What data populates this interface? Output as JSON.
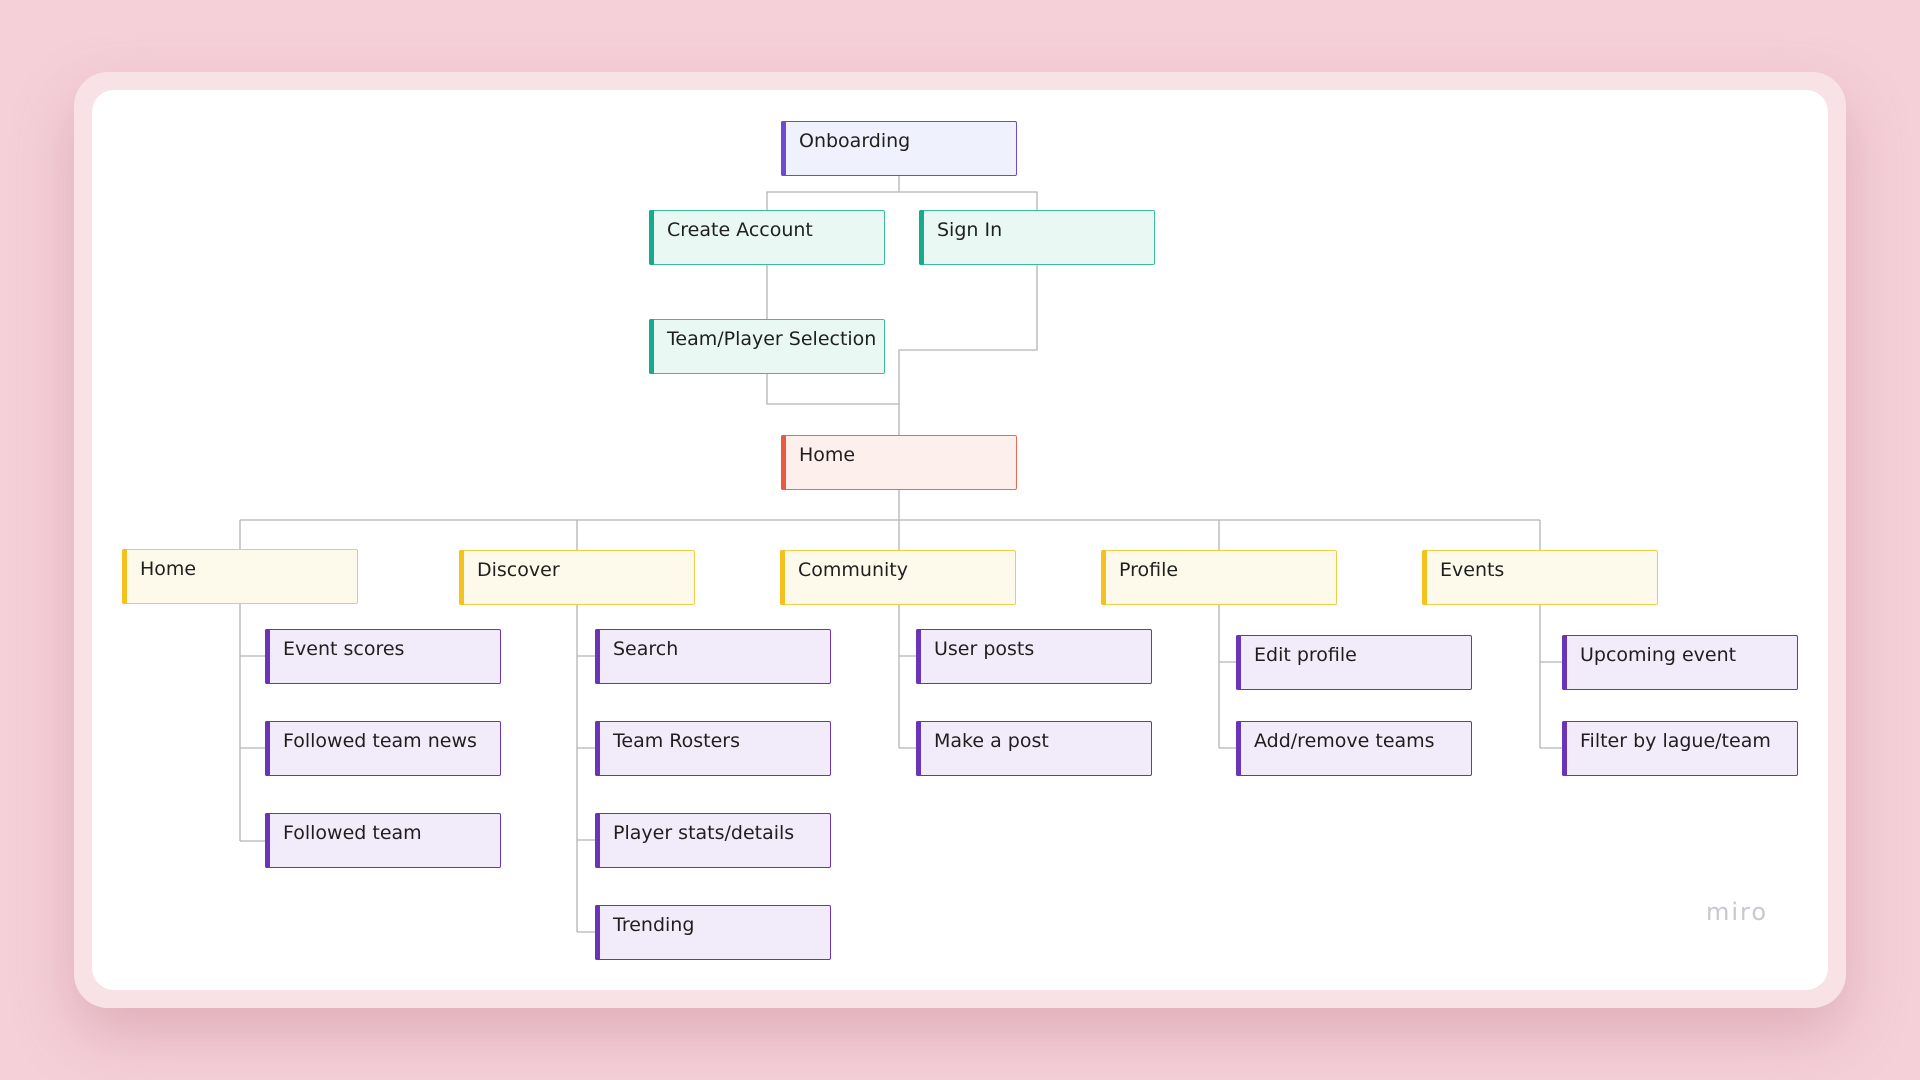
{
  "sitemap": {
    "onboarding": "Onboarding",
    "create_account": "Create Account",
    "sign_in": "Sign In",
    "team_player_selection": "Team/Player Selection",
    "home": "Home",
    "sections": [
      {
        "label": "Home",
        "children": [
          "Event scores",
          "Followed team news",
          "Followed team"
        ]
      },
      {
        "label": "Discover",
        "children": [
          "Search",
          "Team Rosters",
          "Player stats/details",
          "Trending"
        ]
      },
      {
        "label": "Community",
        "children": [
          "User posts",
          "Make a post"
        ]
      },
      {
        "label": "Profile",
        "children": [
          "Edit profile",
          "Add/remove teams"
        ]
      },
      {
        "label": "Events",
        "children": [
          "Upcoming event",
          "Filter by lague/team"
        ]
      }
    ]
  },
  "brand": {
    "watermark": "miro"
  },
  "colors": {
    "page_background": "#f5d0d8",
    "board_background": "#ffffff",
    "connector": "#b3b3b3",
    "onboarding_accent": "#6c4bd1",
    "auth_accent": "#19a98c",
    "home_accent": "#ea5a43",
    "section_accent": "#f4c11e",
    "leaf_accent": "#6a34b8"
  }
}
